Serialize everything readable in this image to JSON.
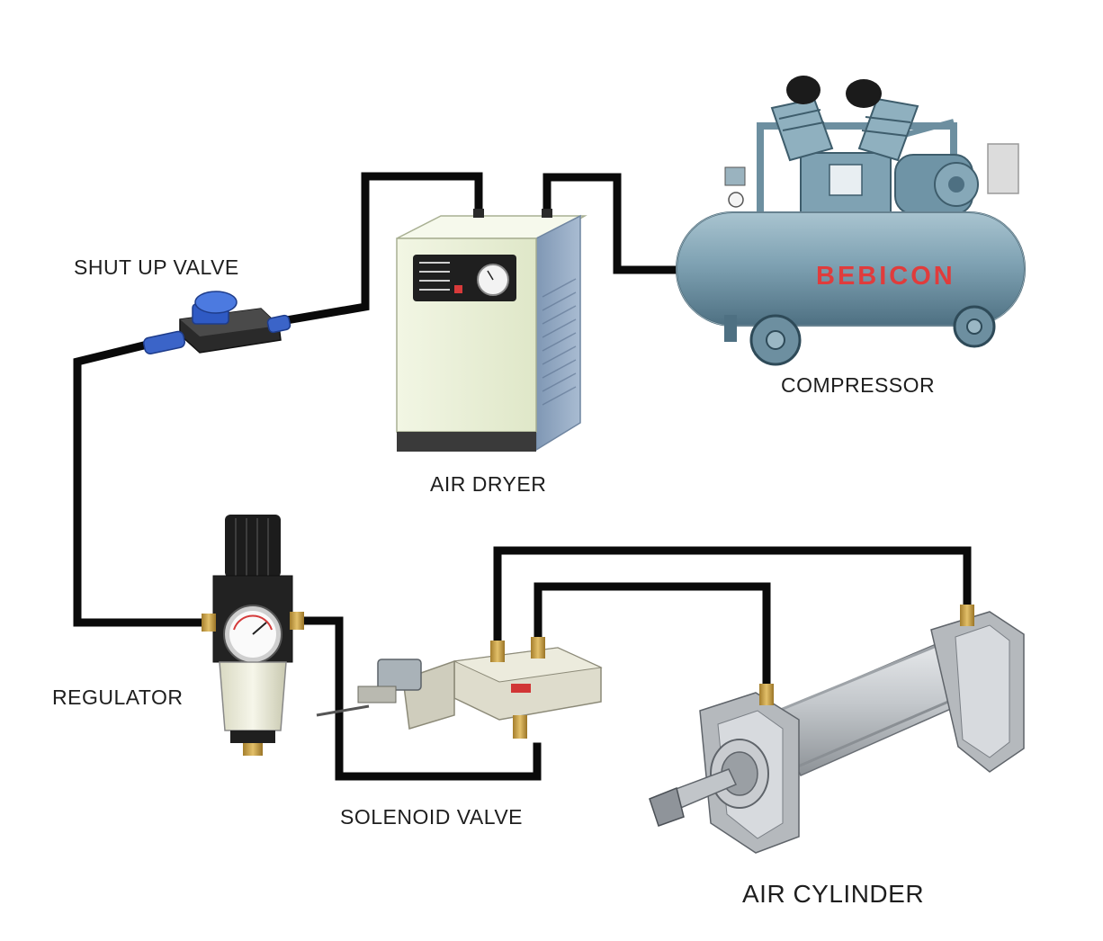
{
  "components": {
    "shut_up_valve": {
      "label": "SHUT UP VALVE"
    },
    "air_dryer": {
      "label": "AIR DRYER"
    },
    "compressor": {
      "label": "COMPRESSOR",
      "brand_text": "BEBICON"
    },
    "regulator": {
      "label": "REGULATOR"
    },
    "solenoid_valve": {
      "label": "SOLENOID VALVE"
    },
    "air_cylinder": {
      "label": "AIR CYLINDER"
    }
  },
  "colors": {
    "pipe": "#0a0a0a",
    "compressor_body": "#7da0b0",
    "dryer_body": "#eaf0d8",
    "cylinder_body": "#c9ccd0",
    "fitting_brass": "#c9a24a",
    "valve_knob": "#3b64c8"
  }
}
